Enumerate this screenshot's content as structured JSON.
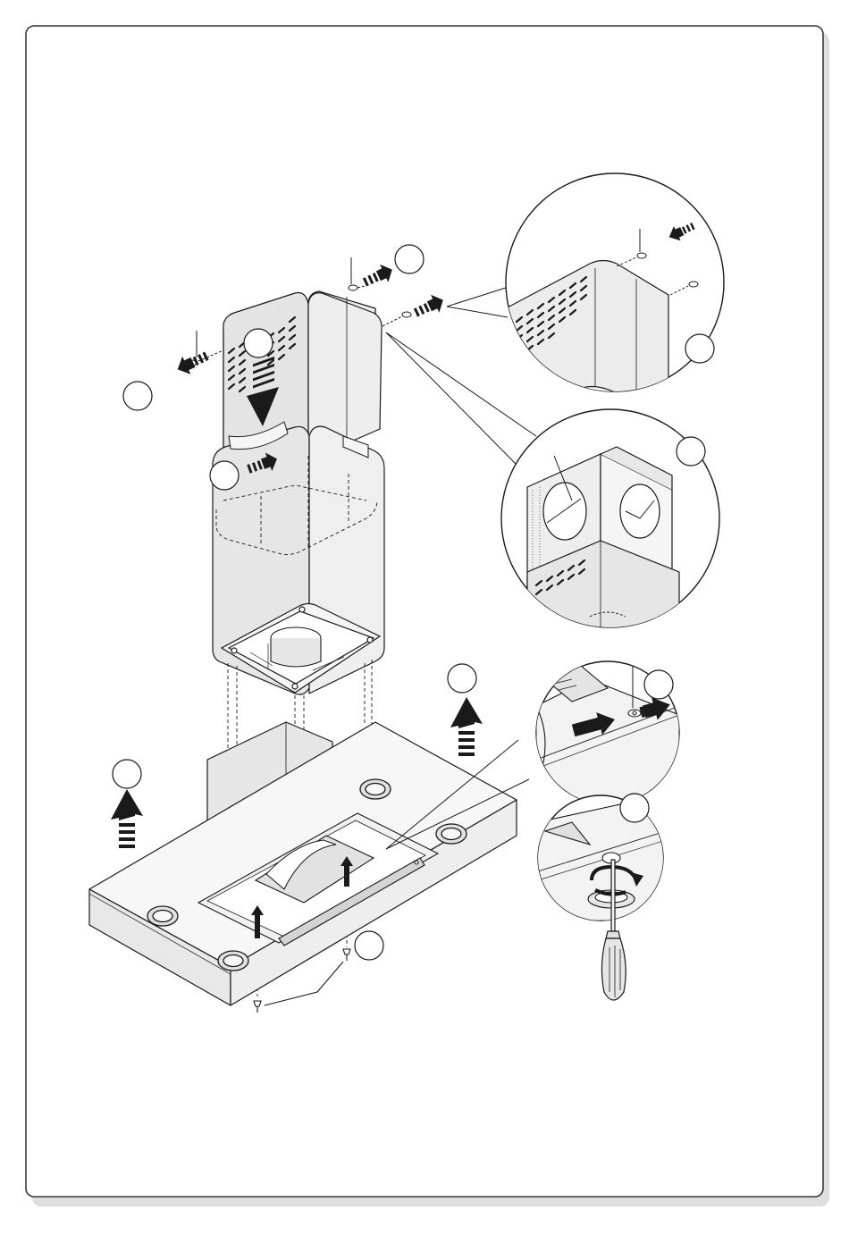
{
  "figure": {
    "kind": "installation-diagram",
    "subject": "chimney-hood-assembly",
    "printed_text": [],
    "colors": {
      "page": "#ffffff",
      "frame_stroke": "#3a3a3a",
      "frame_shadow": "#9a9a9a",
      "part_fill": "#e9e9e9",
      "part_fill_light": "#f4f4f4",
      "part_dark": "#cfcfcf",
      "line": "#1a1a1a",
      "arrow": "#1a1a1a"
    }
  },
  "callouts": [
    {
      "id": "screw-top-right",
      "label": ""
    },
    {
      "id": "screw-left",
      "label": ""
    },
    {
      "id": "upper-duct-down",
      "label": ""
    },
    {
      "id": "slide-right",
      "label": ""
    },
    {
      "id": "lift-right",
      "label": ""
    },
    {
      "id": "lift-left",
      "label": ""
    },
    {
      "id": "bottom-screws",
      "label": ""
    },
    {
      "id": "zoom-top",
      "label": ""
    },
    {
      "id": "zoom-middle",
      "label": ""
    },
    {
      "id": "zoom-right-upper",
      "label": ""
    },
    {
      "id": "zoom-right-lower",
      "label": ""
    }
  ],
  "details": [
    {
      "id": "detail-duct-top-screws"
    },
    {
      "id": "detail-duct-bracket"
    },
    {
      "id": "detail-filter-slide"
    },
    {
      "id": "detail-screwdriver"
    }
  ]
}
